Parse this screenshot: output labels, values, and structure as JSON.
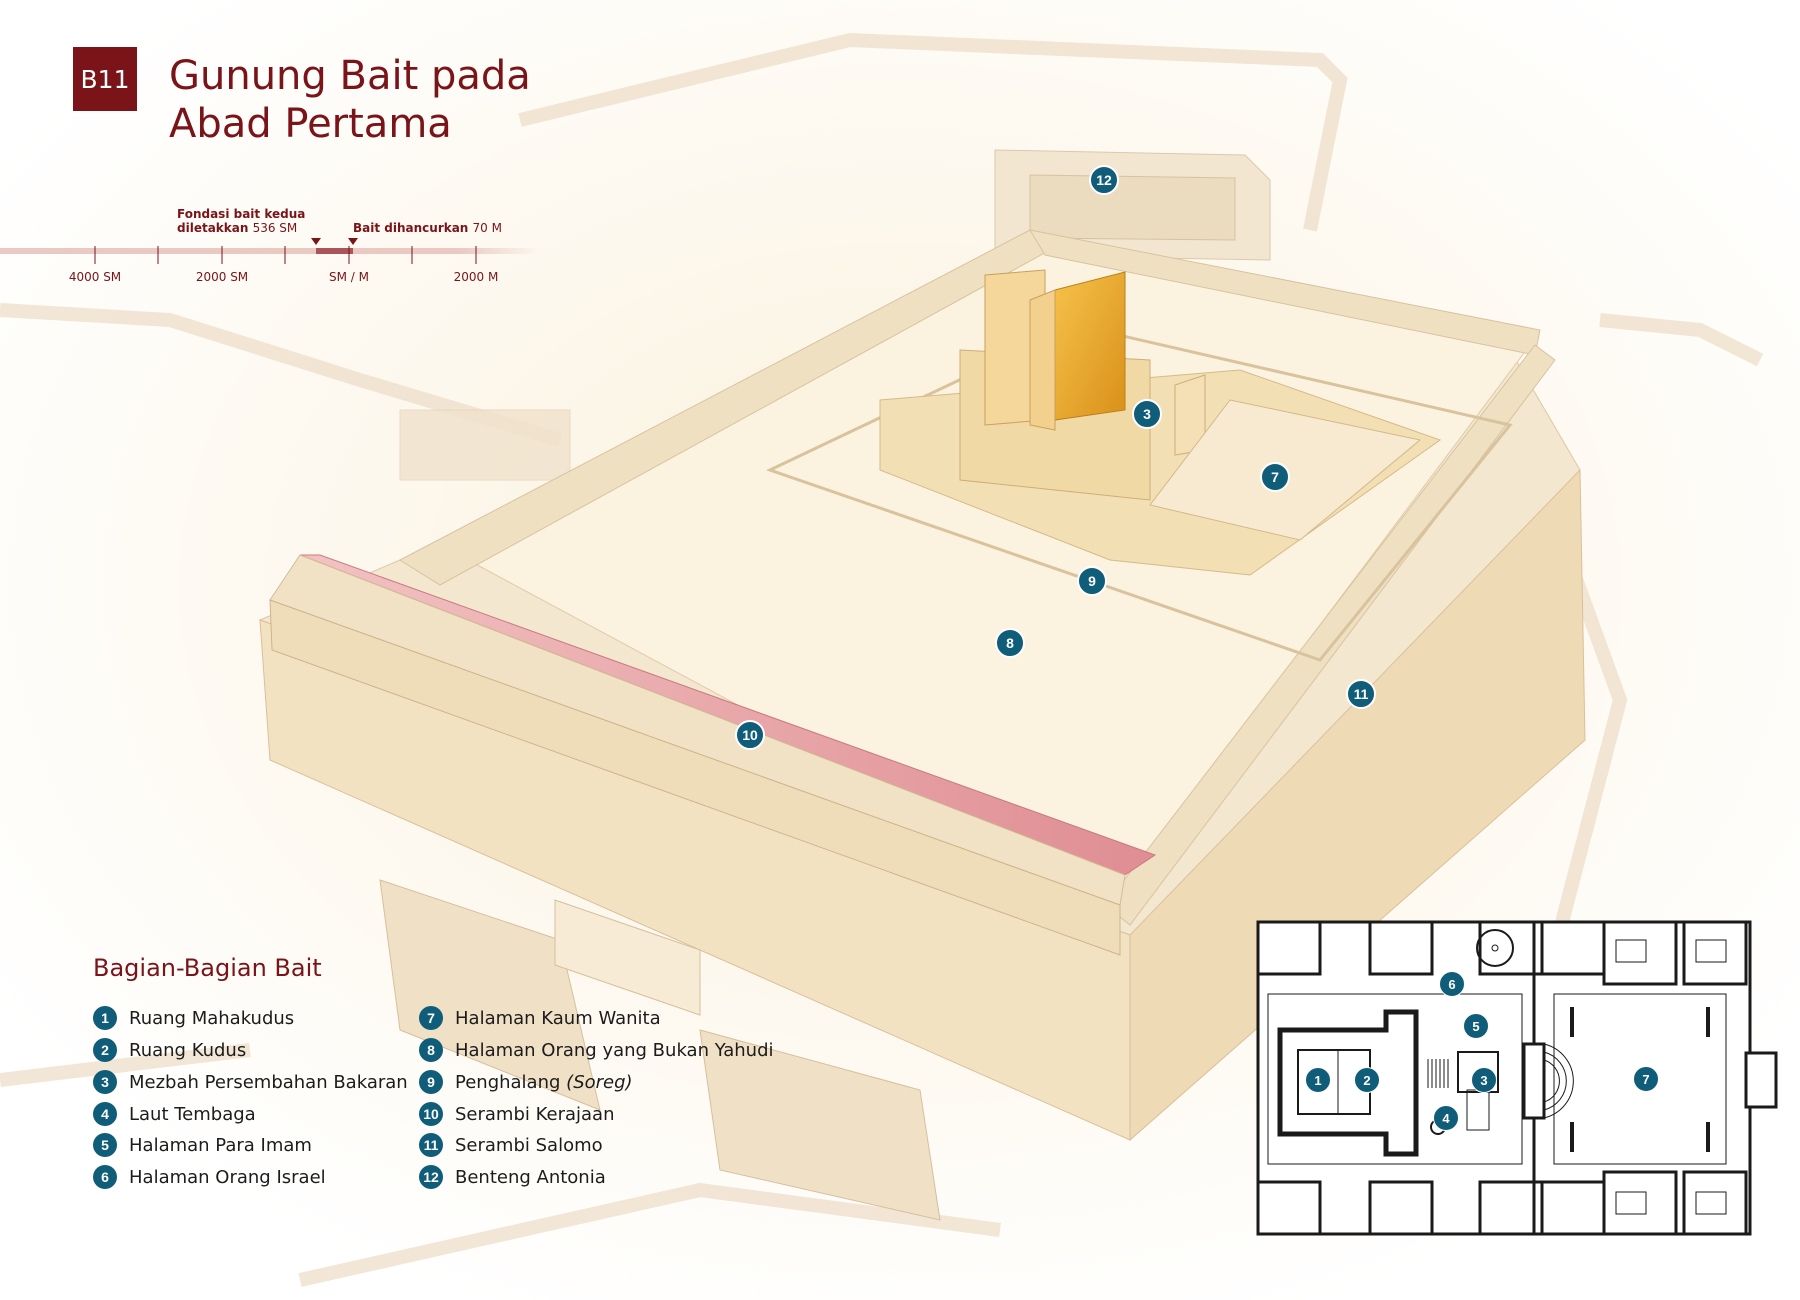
{
  "badge": "B11",
  "title_line1": "Gunung Bait pada",
  "title_line2": "Abad Pertama",
  "timeline": {
    "event1_line1": "Fondasi bait kedua",
    "event1_line2_bold": "diletakkan",
    "event1_line2_normal": "536 SM",
    "event2_bold": "Bait dihancurkan",
    "event2_normal": "70 M",
    "ticks": [
      "4000 SM",
      "2000 SM",
      "SM / M",
      "2000 M"
    ]
  },
  "legend": {
    "title": "Bagian-Bagian Bait",
    "items": [
      {
        "n": "1",
        "label": "Ruang Mahakudus"
      },
      {
        "n": "2",
        "label": "Ruang Kudus"
      },
      {
        "n": "3",
        "label": "Mezbah Persembahan Bakaran"
      },
      {
        "n": "4",
        "label": "Laut Tembaga"
      },
      {
        "n": "5",
        "label": "Halaman Para Imam"
      },
      {
        "n": "6",
        "label": "Halaman Orang Israel"
      },
      {
        "n": "7",
        "label": "Halaman Kaum Wanita"
      },
      {
        "n": "8",
        "label": "Halaman Orang yang Bukan Yahudi"
      },
      {
        "n": "9",
        "label": "Penghalang",
        "extra": "(Soreg)"
      },
      {
        "n": "10",
        "label": "Serambi Kerajaan"
      },
      {
        "n": "11",
        "label": "Serambi Salomo"
      },
      {
        "n": "12",
        "label": "Benteng Antonia"
      }
    ]
  },
  "markers": {
    "m12": "12",
    "m3": "3",
    "m7": "7",
    "m9": "9",
    "m8": "8",
    "m11": "11",
    "m10": "10"
  },
  "plan": {
    "p1": "1",
    "p2": "2",
    "p3": "3",
    "p4": "4",
    "p5": "5",
    "p6": "6",
    "p7": "7"
  },
  "colors": {
    "accent": "#7a1419",
    "marker": "#0f5d78",
    "stone": "#f3e6c9",
    "gold": "#e8a921",
    "roof": "#e8a0a0"
  }
}
